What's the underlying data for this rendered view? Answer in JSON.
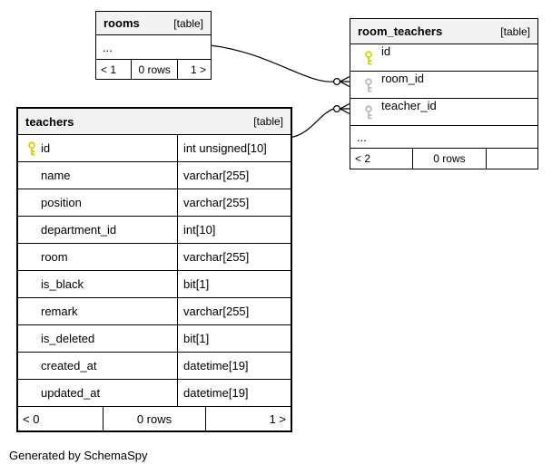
{
  "generator": {
    "label": "Generated by SchemaSpy"
  },
  "colors": {
    "primary_key_icon": "#d4d400",
    "foreign_key_icon": "#b9b9b9",
    "table_header_bg": "#f2f2f2",
    "table_border": "#000000",
    "canvas_bg": "#ffffff"
  },
  "icons": {
    "primary_key": "key-icon-yellow",
    "foreign_key": "key-icon-gray"
  },
  "tables": {
    "rooms": {
      "name": "rooms",
      "badge": "[table]",
      "ellipsis": "...",
      "pager": {
        "prev": "< 1",
        "rows": "0 rows",
        "next": "1 >"
      }
    },
    "room_teachers": {
      "name": "room_teachers",
      "badge": "[table]",
      "columns": [
        {
          "name": "id",
          "key": "primary"
        },
        {
          "name": "room_id",
          "key": "foreign"
        },
        {
          "name": "teacher_id",
          "key": "foreign"
        }
      ],
      "ellipsis": "...",
      "pager": {
        "prev": "< 2",
        "rows": "0 rows",
        "next": ""
      }
    },
    "teachers": {
      "name": "teachers",
      "badge": "[table]",
      "columns": [
        {
          "name": "id",
          "type": "int unsigned[10]",
          "key": "primary"
        },
        {
          "name": "name",
          "type": "varchar[255]",
          "key": ""
        },
        {
          "name": "position",
          "type": "varchar[255]",
          "key": ""
        },
        {
          "name": "department_id",
          "type": "int[10]",
          "key": ""
        },
        {
          "name": "room",
          "type": "varchar[255]",
          "key": ""
        },
        {
          "name": "is_black",
          "type": "bit[1]",
          "key": ""
        },
        {
          "name": "remark",
          "type": "varchar[255]",
          "key": ""
        },
        {
          "name": "is_deleted",
          "type": "bit[1]",
          "key": ""
        },
        {
          "name": "created_at",
          "type": "datetime[19]",
          "key": ""
        },
        {
          "name": "updated_at",
          "type": "datetime[19]",
          "key": ""
        }
      ],
      "pager": {
        "prev": "< 0",
        "rows": "0 rows",
        "next": "1 >"
      }
    }
  }
}
